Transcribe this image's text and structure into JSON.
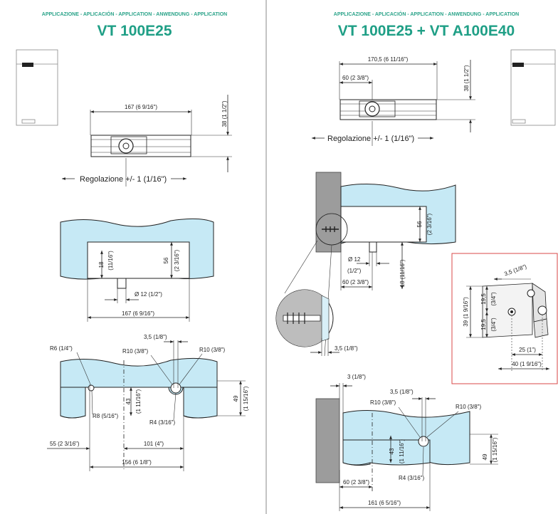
{
  "left": {
    "subtitle": "APPLICAZIONE - APLICACIÓN - APPLICATION - ANWENDUNG - APPLICATION",
    "title": "VT 100E25",
    "top_view": {
      "width_label": "167 (6  9/16\")",
      "height_label": "38 (1  1/2\")",
      "adjust_label": "Regolazione +/- 1 (1/16\")"
    },
    "glass_view": {
      "height_56": "56",
      "height_56_in": "(2  3/16\")",
      "height_18": "18",
      "height_18_in": "(11/16\")",
      "diameter": "Ø 12 (1/2\")",
      "width_label": "167 (6  9/16\")"
    },
    "cut_view": {
      "r6": "R6 (1/4\")",
      "r8": "R8 (5/16\")",
      "r10a": "R10 (3/8\")",
      "r10b": "R10 (3/8\")",
      "gap": "3,5 (1/8\")",
      "r4": "R4 (3/16\")",
      "h43": "43",
      "h43_in": "(1  11/16\")",
      "h49": "49",
      "h49_in": "(1  15/16\")",
      "d55": "55 (2  3/16\")",
      "d101": "101 (4\")",
      "d156": "156 (6  1/8\")"
    }
  },
  "right": {
    "subtitle": "APPLICAZIONE - APLICACIÓN - APPLICATION - ANWENDUNG - APPLICATION",
    "title": "VT 100E25 + VT A100E40",
    "top_view": {
      "width_label": "170,5 (6  11/16\")",
      "offset_label": "60 (2  3/8\")",
      "height_label": "38 (1  1/2\")",
      "adjust_label": "Regolazione +/- 1 (1/16\")"
    },
    "wall_view": {
      "height_56": "56",
      "height_56_in": "(2  3/16\")",
      "diameter": "Ø 12",
      "diameter_in": "(1/2\")",
      "offset_label": "60 (2  3/8\")",
      "height_18": "18 (11/16\")",
      "gap_label": "3,5 (1/8\")"
    },
    "bracket": {
      "t": "3,5 (1/8\")",
      "h39": "39 (1  9/16\")",
      "h195a": "19,5",
      "h195a_in": "(3/4\")",
      "h195b": "19,5",
      "h195b_in": "(3/4\")",
      "w25": "25 (1\")",
      "w40": "40 (1  9/16\")"
    },
    "cut_view": {
      "t3": "3 (1/8\")",
      "gap": "3,5 (1/8\")",
      "r10a": "R10 (3/8\")",
      "r10b": "R10 (3/8\")",
      "r4": "R4 (3/16\")",
      "h43": "43",
      "h43_in": "(1  11/16\")",
      "h49": "49",
      "h49_in": "(1  15/16\")",
      "d60": "60 (2  3/8\")",
      "d161": "161 (6  5/16\")"
    }
  },
  "colors": {
    "title": "#1f9f86",
    "glass": "#c6e9f5",
    "wall": "#9c9c9c",
    "frame": "#d94a4a"
  }
}
